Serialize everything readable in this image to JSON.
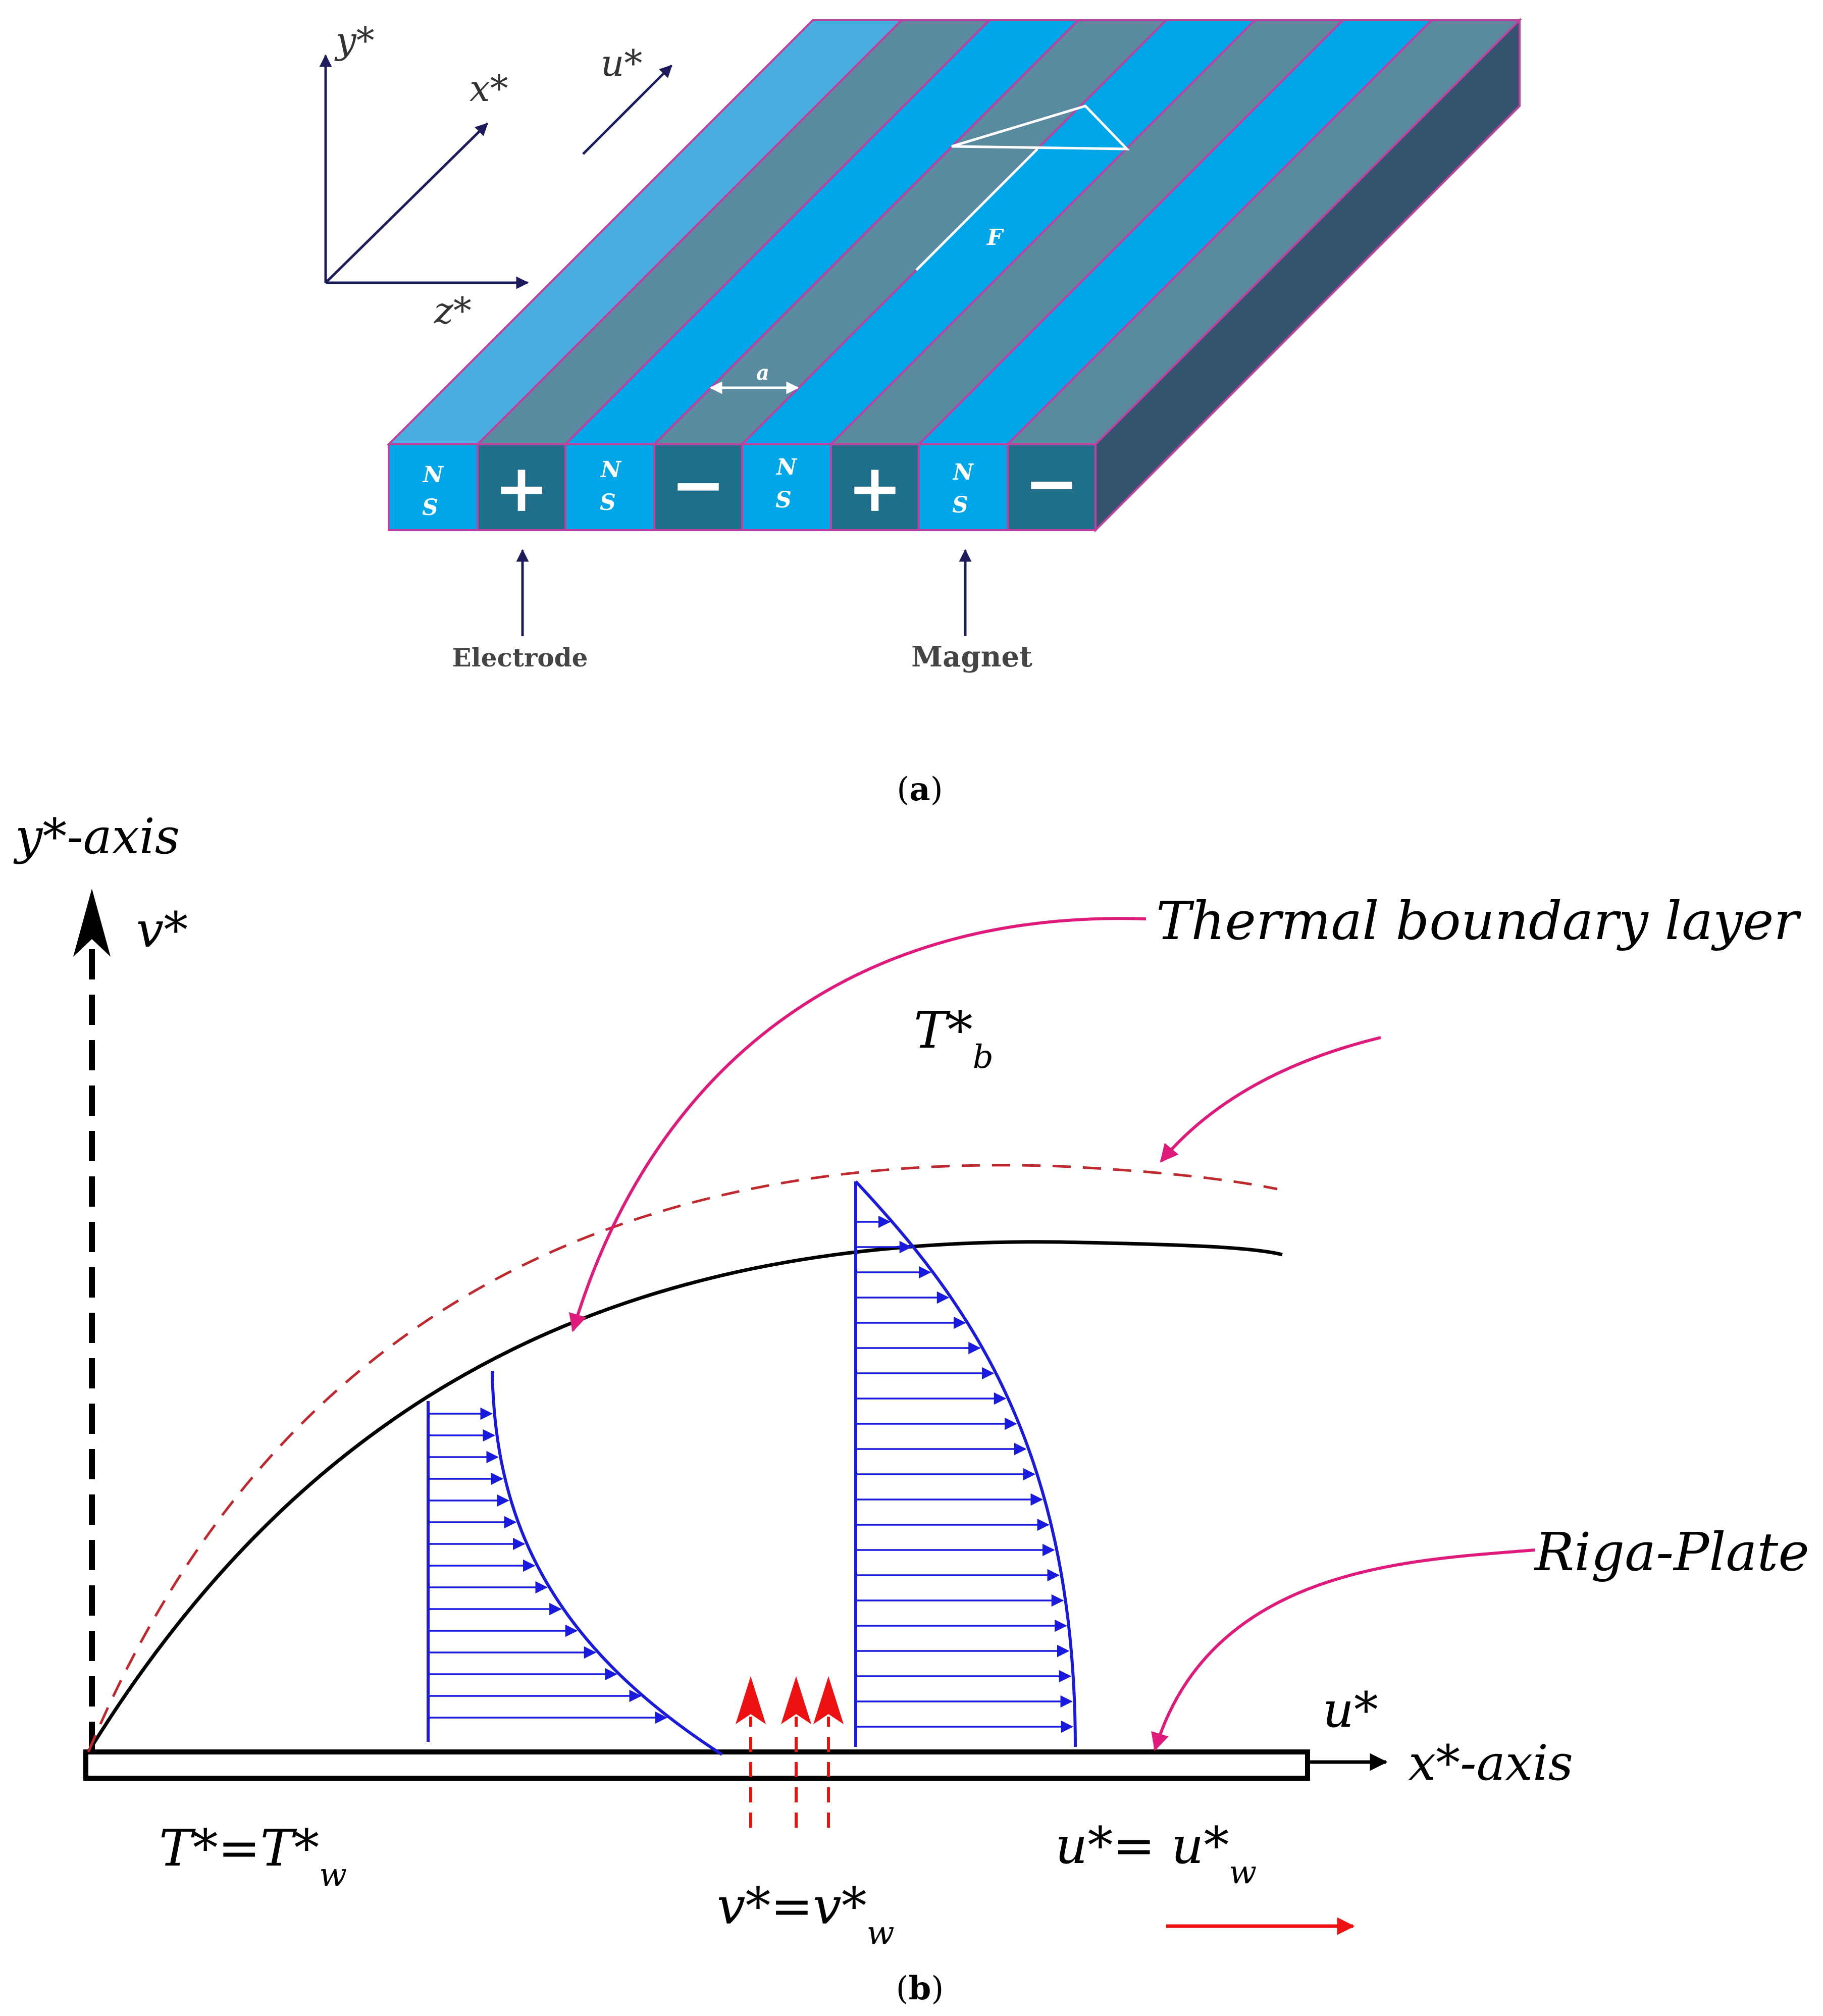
{
  "panel_a": {
    "caption_letter": "a",
    "axes": {
      "y": "y*",
      "x": "x*",
      "z": "z*"
    },
    "flow_label": "u*",
    "force_label": "F",
    "spacing_label": "a",
    "strip_labels": [
      {
        "kind": "magnet",
        "n": "N",
        "s": "S"
      },
      {
        "kind": "electrode",
        "sign": "+"
      },
      {
        "kind": "magnet",
        "n": "N",
        "s": "S"
      },
      {
        "kind": "electrode",
        "sign": "−"
      },
      {
        "kind": "magnet",
        "n": "N",
        "s": "S"
      },
      {
        "kind": "electrode",
        "sign": "+"
      },
      {
        "kind": "magnet",
        "n": "N",
        "s": "S"
      },
      {
        "kind": "electrode",
        "sign": "−"
      }
    ],
    "electrode_label": "Electrode",
    "magnet_label": "Magnet",
    "colors": {
      "magnet": "#00a6e8",
      "electrode": "#1f6f8b",
      "magnet_top": "#4aaee0",
      "electrode_top": "#5a8aa0",
      "side": "#34546f",
      "outline": "#c040a0"
    }
  },
  "panel_b": {
    "caption_letter": "b",
    "y_axis_label": "y*-axis",
    "v_label": "v*",
    "x_axis_label": "x*-axis",
    "u_label": "u*",
    "thermal_layer_label": "Thermal boundary layer",
    "riga_label": "Riga-Plate",
    "tb_main": "T*",
    "tb_sub": "b",
    "tw_main": "T*=T*",
    "tw_sub": "w",
    "vw_main": "v*=v*",
    "vw_sub": "w",
    "uw_main": "u*= u*",
    "uw_sub": "w",
    "colors": {
      "profile": "#1a1adf",
      "pointer": "#e01a7a",
      "thermal": "#c0282e",
      "suction": "#ee1111"
    }
  }
}
